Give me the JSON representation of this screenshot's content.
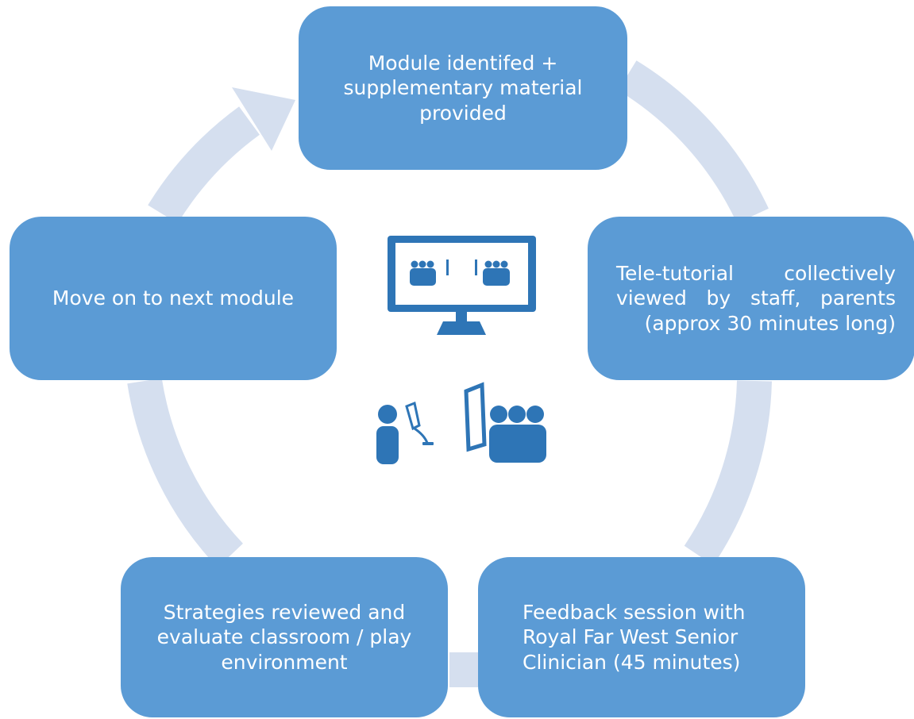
{
  "diagram": {
    "steps": [
      {
        "label": "Module identifed + supplementary material provided"
      },
      {
        "label": "Tele-tutorial collectively viewed by staff, parents (approx 30 minutes long)"
      },
      {
        "label": "Feedback session with Royal Far West Senior Clinician (45 minutes)"
      },
      {
        "label": "Strategies reviewed and evaluate classroom / play environment"
      },
      {
        "label": "Move on to next module"
      }
    ],
    "icons": {
      "center_top": "video-conference-monitor-icon",
      "center_bottom": "teleconsultation-people-icon"
    },
    "colors": {
      "box_fill": "#5b9bd5",
      "box_text": "#ffffff",
      "cycle_arrow": "#d5dfef",
      "icon_fill": "#2e75b6"
    }
  }
}
